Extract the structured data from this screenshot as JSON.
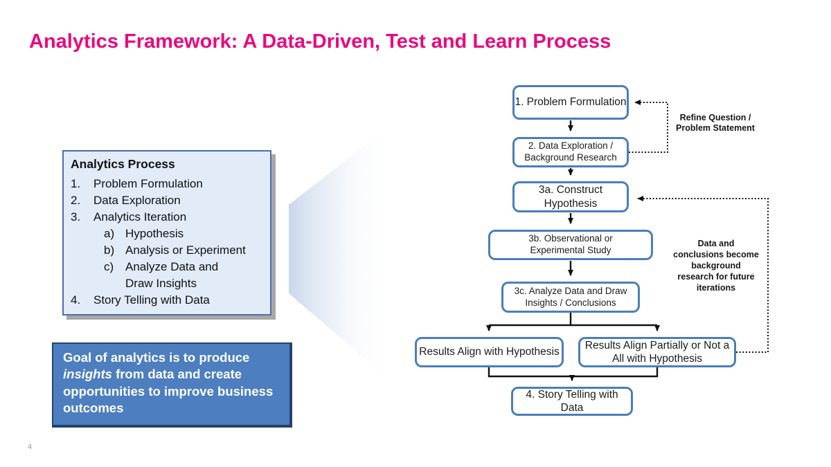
{
  "slide": {
    "title": "Analytics Framework: A Data-Driven, Test and Learn Process",
    "page_number": "4"
  },
  "colors": {
    "title_pink": "#e9097f",
    "flow_box_border": "#4a7ebb",
    "panel_fill": "#e2ebf8",
    "panel_border": "#4a6fa5",
    "panel_shadow": "#a8a8a8",
    "goal_fill": "#4d7ebf",
    "goal_border": "#24426b",
    "goal_text": "#ffffff",
    "arrow_black": "#111111",
    "chevron_fill": "#c9d7eb"
  },
  "process_panel": {
    "title": "Analytics Process",
    "items": [
      {
        "marker": "1.",
        "text": "Problem Formulation"
      },
      {
        "marker": "2.",
        "text": "Data Exploration"
      },
      {
        "marker": "3.",
        "text": "Analytics Iteration"
      },
      {
        "marker": "a)",
        "text": "Hypothesis"
      },
      {
        "marker": "b)",
        "text": "Analysis or Experiment"
      },
      {
        "marker": "c)",
        "text": "Analyze Data and"
      },
      {
        "marker": "",
        "text": "Draw Insights"
      },
      {
        "marker": "4.",
        "text": "Story Telling with Data"
      }
    ]
  },
  "goal_box": {
    "text_before": "Goal of analytics is to produce",
    "text_emphasis": "insights",
    "text_after": "from data and create opportunities to improve business outcomes"
  },
  "flowchart": {
    "step1": "1. Problem Formulation",
    "step2": "2. Data Exploration / Background Research",
    "step3a": "3a. Construct Hypothesis",
    "step3b": "3b. Observational or Experimental Study",
    "step3c": "3c. Analyze Data and Draw Insights / Conclusions",
    "result_left": "Results Align with Hypothesis",
    "result_right": "Results Align Partially or Not a All with Hypothesis",
    "step4": "4. Story Telling with Data",
    "annotation_refine_lines": [
      "Refine Question /",
      "Problem Statement"
    ],
    "annotation_feedback_lines": [
      "Data and",
      "conclusions become",
      "background",
      "research for future",
      "iterations"
    ]
  }
}
